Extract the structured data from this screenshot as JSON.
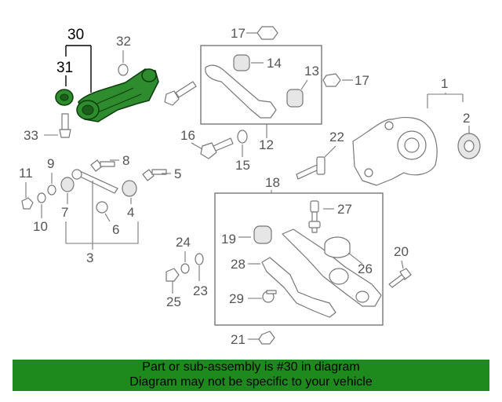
{
  "callouts": {
    "c1": "1",
    "c2": "2",
    "c3": "3",
    "c4": "4",
    "c5": "5",
    "c6": "6",
    "c7": "7",
    "c8": "8",
    "c9": "9",
    "c10": "10",
    "c11": "11",
    "c12": "12",
    "c13": "13",
    "c14": "14",
    "c15": "15",
    "c16": "16",
    "c17a": "17",
    "c17b": "17",
    "c18": "18",
    "c19": "19",
    "c20": "20",
    "c21": "21",
    "c22": "22",
    "c23": "23",
    "c24": "24",
    "c25": "25",
    "c26": "26",
    "c27": "27",
    "c28": "28",
    "c29": "29",
    "c30": "30",
    "c31": "31",
    "c32": "32",
    "c33": "33"
  },
  "highlight": {
    "part_number": "30",
    "color": "#2e8b2e"
  },
  "banner": {
    "line1": "Part or sub-assembly is #30 in diagram",
    "line2": "Diagram may not be specific to your vehicle",
    "color": "#1e8a1e"
  }
}
